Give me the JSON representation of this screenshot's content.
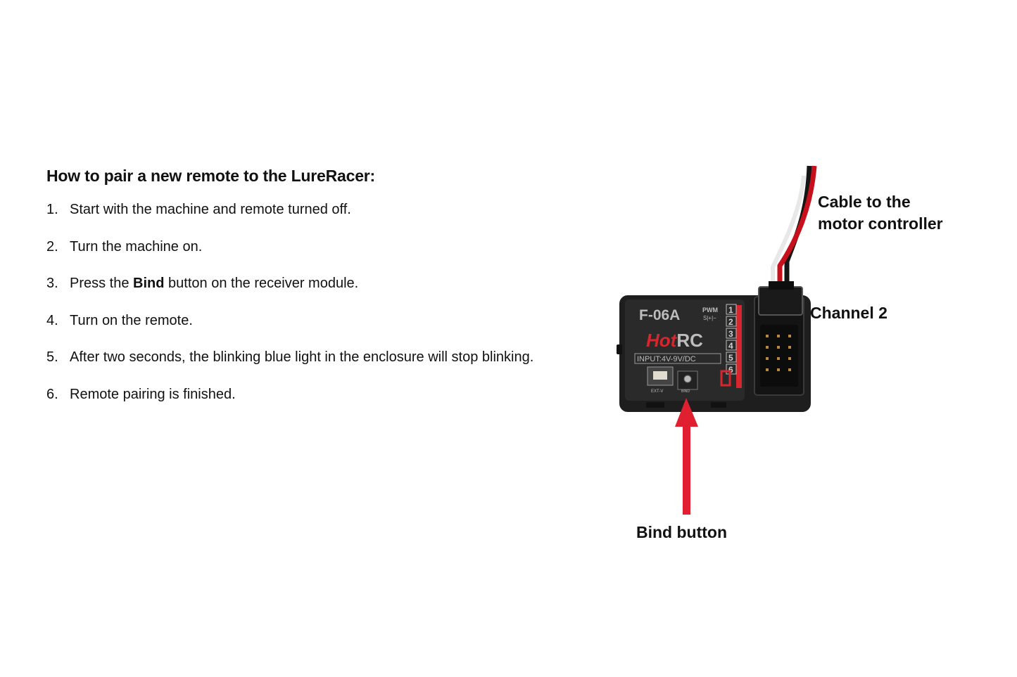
{
  "instructions": {
    "title": "How to pair a new remote to the LureRacer:",
    "steps": [
      {
        "num": "1.",
        "text": "Start with the machine and remote turned off."
      },
      {
        "num": "2.",
        "text": "Turn the machine on."
      },
      {
        "num": "3.",
        "before": "Press the ",
        "bold": "Bind",
        "after": " button on the receiver module."
      },
      {
        "num": "4.",
        "text": "Turn on the remote."
      },
      {
        "num": "5.",
        "text": "After two seconds, the blinking blue light in the enclosure will stop blinking."
      },
      {
        "num": "6.",
        "text": "Remote pairing is finished."
      }
    ]
  },
  "callouts": {
    "cable_line1": "Cable to the",
    "cable_line2": "motor controller",
    "channel": "Channel 2",
    "bind": "Bind button"
  },
  "receiver": {
    "model": "F-06A",
    "brand_hot": "Hot",
    "brand_rc": "RC",
    "pwm": "PWM",
    "pin_label": "S|+|−",
    "input": "INPUT:4V-9V/DC",
    "ext_label": "EXT-V",
    "bind_label": "BIND",
    "channels": [
      "1",
      "2",
      "3",
      "4",
      "5",
      "6"
    ]
  },
  "colors": {
    "arrow": "#e02030",
    "body": "#1e1e1e",
    "accent_red": "#d8262e",
    "label_grey": "#bdbdbd"
  }
}
